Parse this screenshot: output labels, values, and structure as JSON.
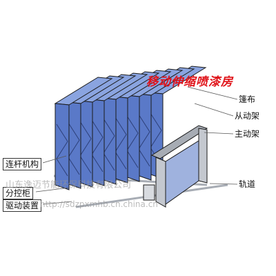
{
  "title": "移动伸缩喷漆房",
  "labels": {
    "canopy": "篷布",
    "driven_frame": "从动架",
    "driving_frame": "主动架",
    "linkage": "连杆机构",
    "track": "轨道",
    "control_cabinet": "分控柜",
    "drive_unit": "驱动装置"
  },
  "watermark": {
    "company": "山东逸迈节能环保科技有限公司",
    "url": "http://sdzpxmhb.cn.china.cn"
  },
  "colors": {
    "title": "#e0141a",
    "panel_blue": "#5a79c8",
    "panel_light": "#8aa4e0",
    "frame_gray": "#a7acb4",
    "outline": "#1a1a1a"
  }
}
